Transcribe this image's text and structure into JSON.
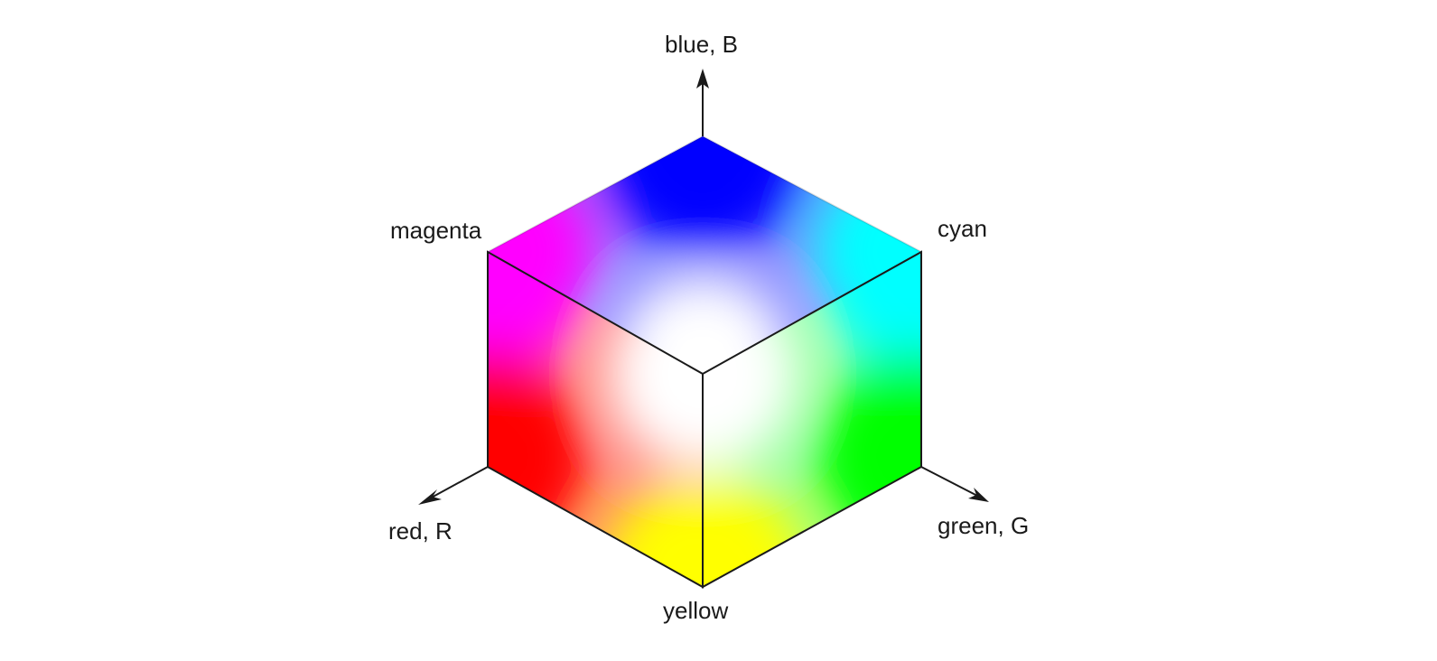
{
  "labels": {
    "blue_axis": "blue, B",
    "magenta": "magenta",
    "cyan": "cyan",
    "red_axis": "red, R",
    "green_axis": "green, G",
    "yellow": "yellow"
  },
  "colors": {
    "background": "#ffffff",
    "line": "#1a1a1a",
    "white": "#ffffff",
    "blue": "#0000ff",
    "magenta": "#ff00ff",
    "cyan": "#00ffff",
    "red": "#ff0000",
    "green": "#00ff00",
    "yellow": "#ffff00"
  }
}
